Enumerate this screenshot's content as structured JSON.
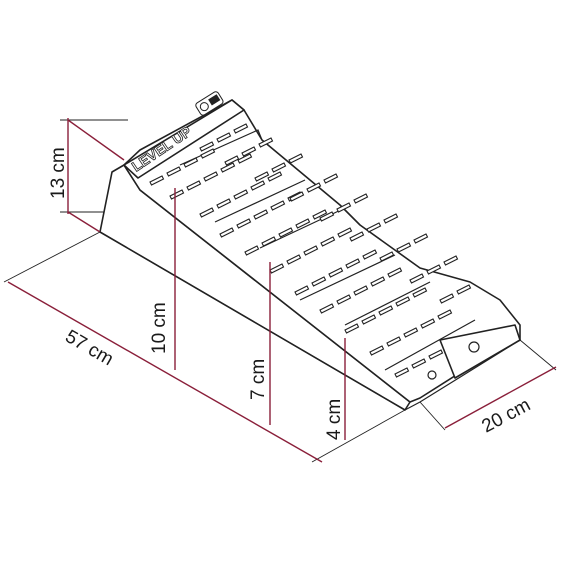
{
  "product": {
    "embossed_label": "LEVEL UP",
    "brand_logo": "fiamma-logo"
  },
  "dimensions": {
    "length": "57 cm",
    "width": "20 cm",
    "height_total": "13 cm",
    "step_high": "10 cm",
    "step_mid": "7 cm",
    "step_low": "4 cm"
  },
  "colors": {
    "dimension_line": "#8a1f3a",
    "outline": "#222222",
    "background": "#ffffff"
  }
}
